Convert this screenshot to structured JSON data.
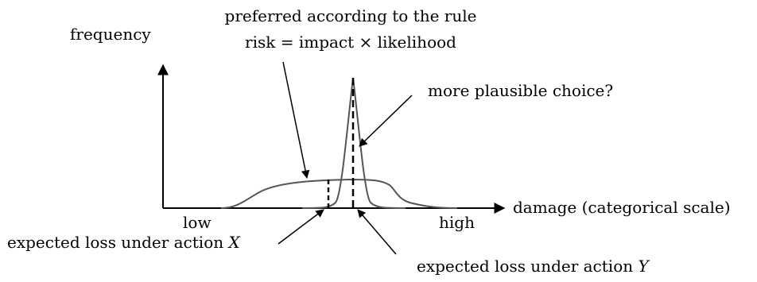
{
  "axis_labels": {
    "y": "frequency",
    "x": "damage (categorical scale)",
    "low": "low",
    "high": "high"
  },
  "annotations": {
    "preferred_line1": "preferred according to the rule",
    "preferred_line2": "risk = impact × likelihood",
    "plausible": "more plausible choice?",
    "loss_x_prefix": "expected loss under action ",
    "loss_x_var": "X",
    "loss_y_prefix": "expected loss under action ",
    "loss_y_var": "Y"
  },
  "colors": {
    "axis": "#000000",
    "curve": "#555555",
    "marker": "#000000"
  }
}
